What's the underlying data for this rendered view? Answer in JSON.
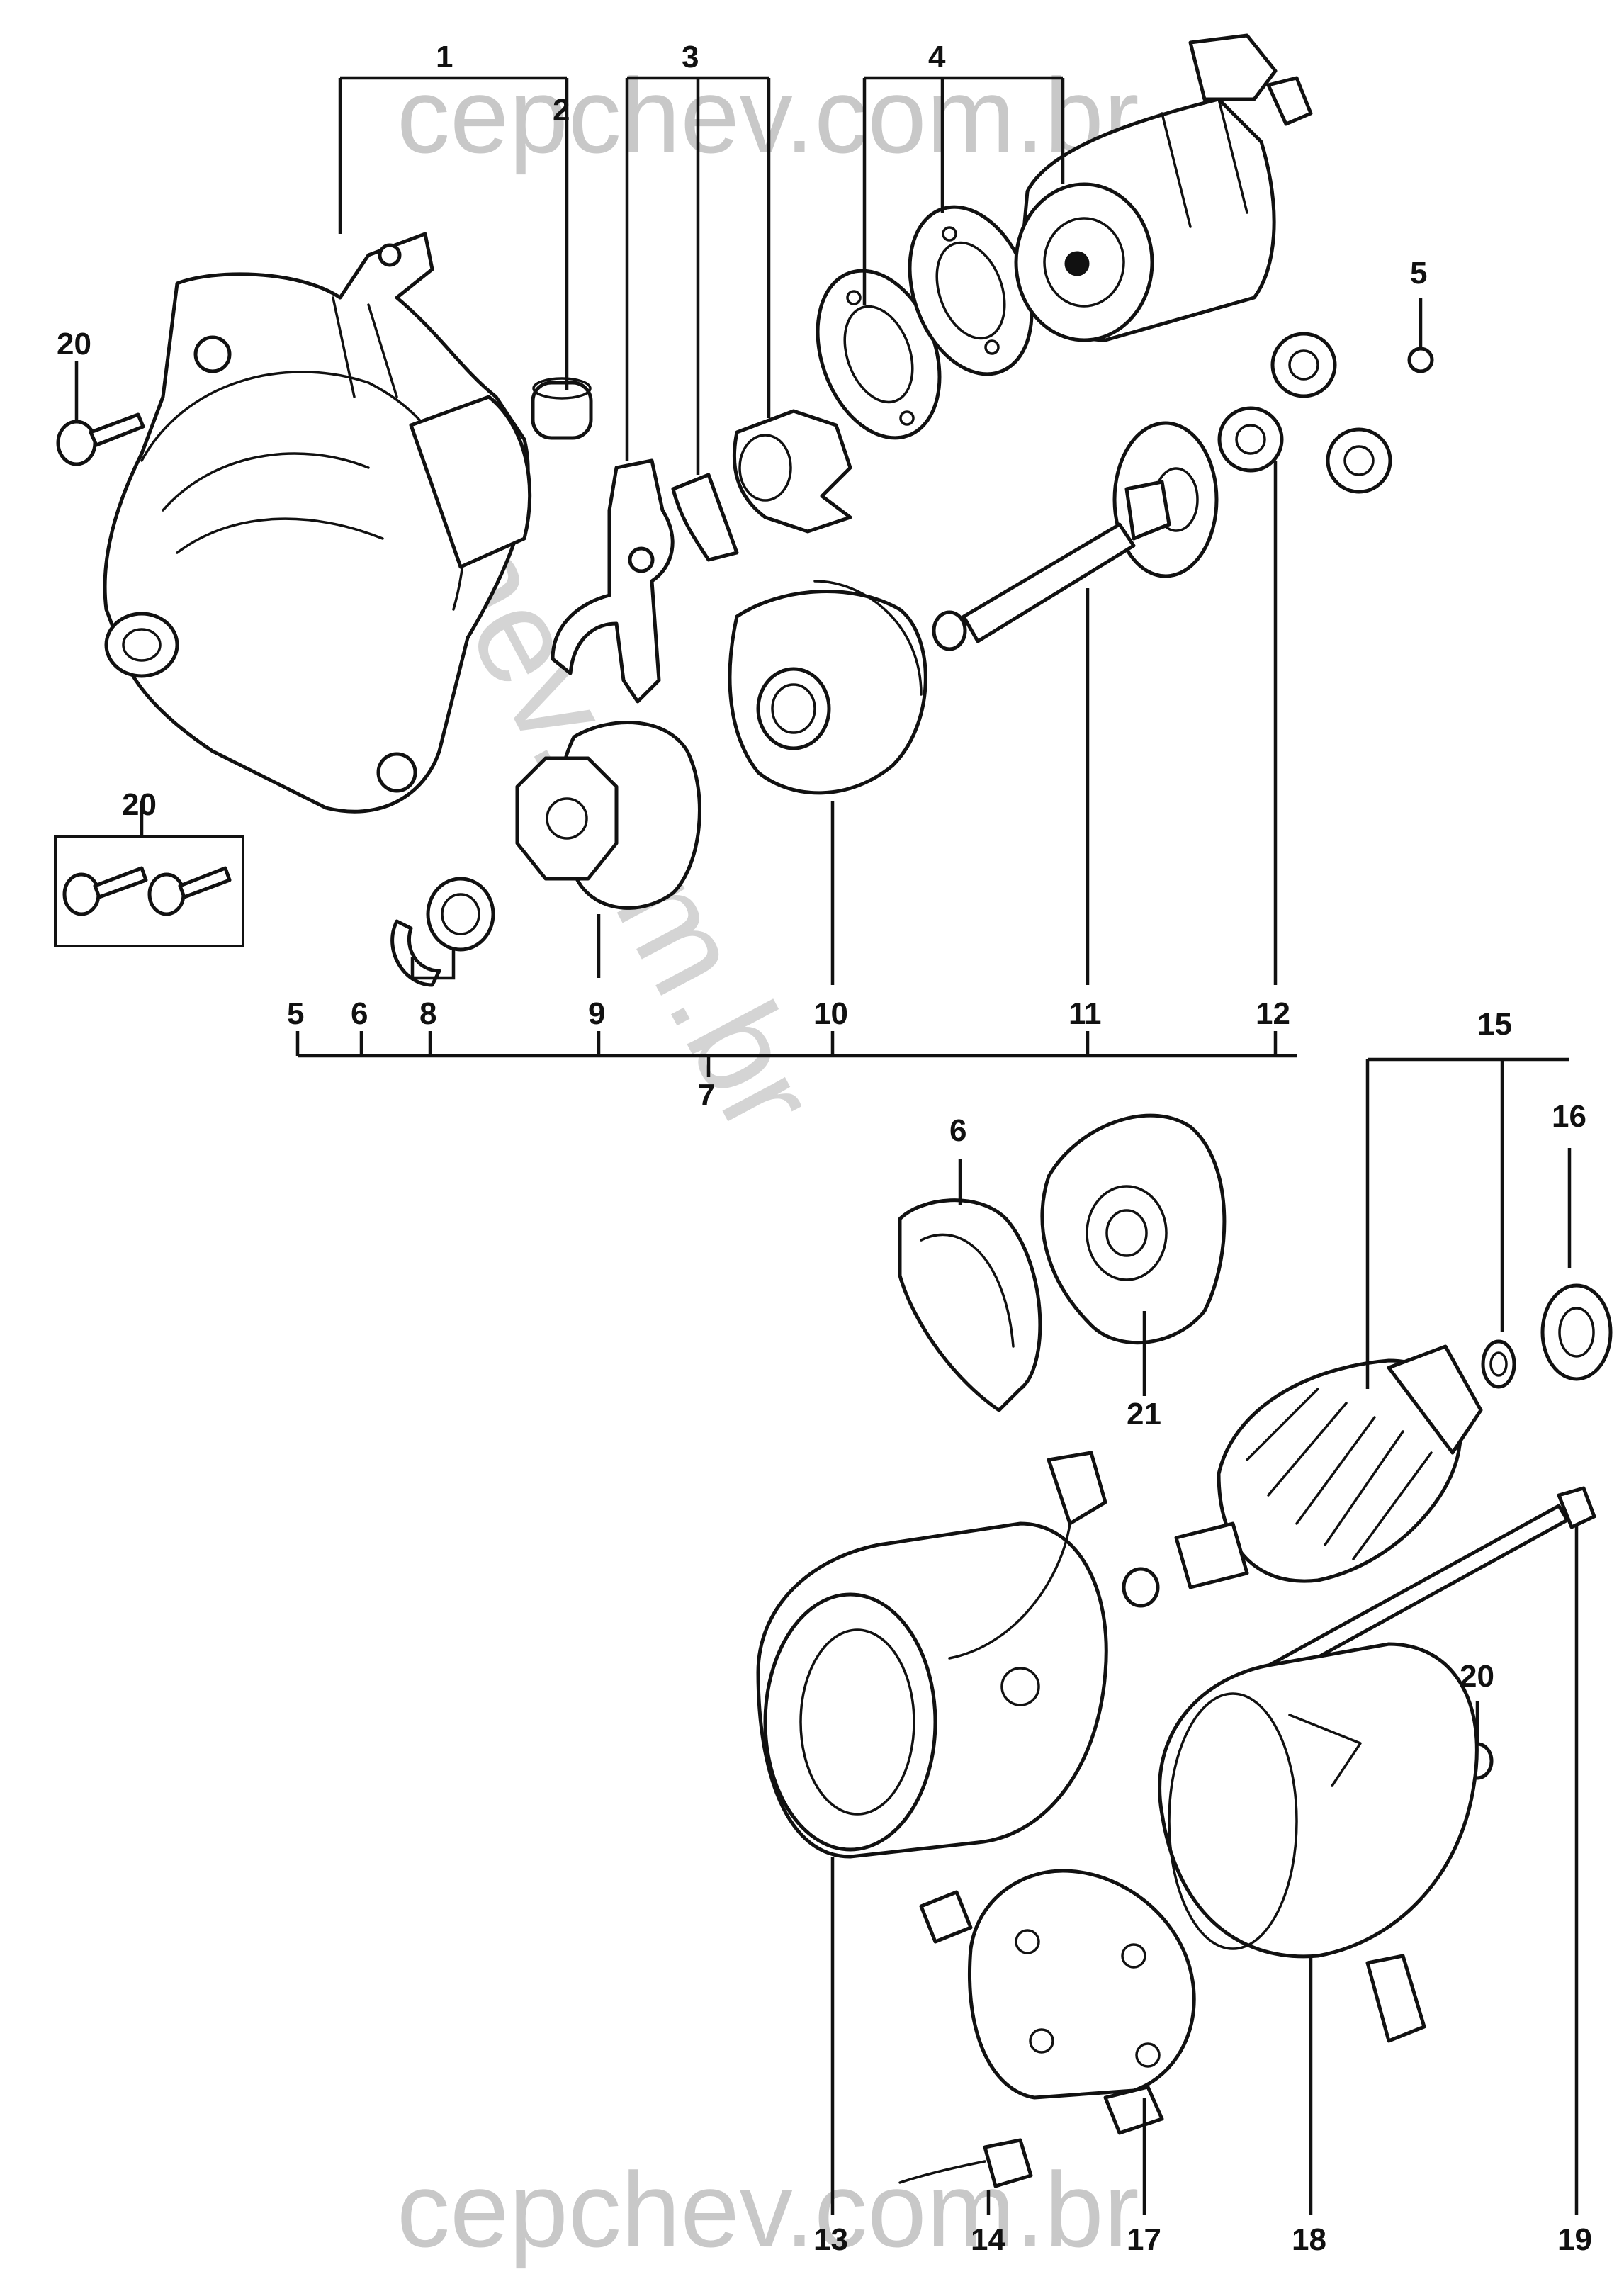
{
  "watermark": {
    "top": "cepchev.com.br",
    "bottom": "cepchev.com.br",
    "diagonal": "cepchev.com.br"
  },
  "callouts": [
    "1",
    "2",
    "3",
    "4",
    "5",
    "20",
    "20",
    "5",
    "6",
    "8",
    "9",
    "10",
    "11",
    "12",
    "7",
    "15",
    "16",
    "6",
    "21",
    "20",
    "13",
    "14",
    "17",
    "18",
    "19"
  ]
}
